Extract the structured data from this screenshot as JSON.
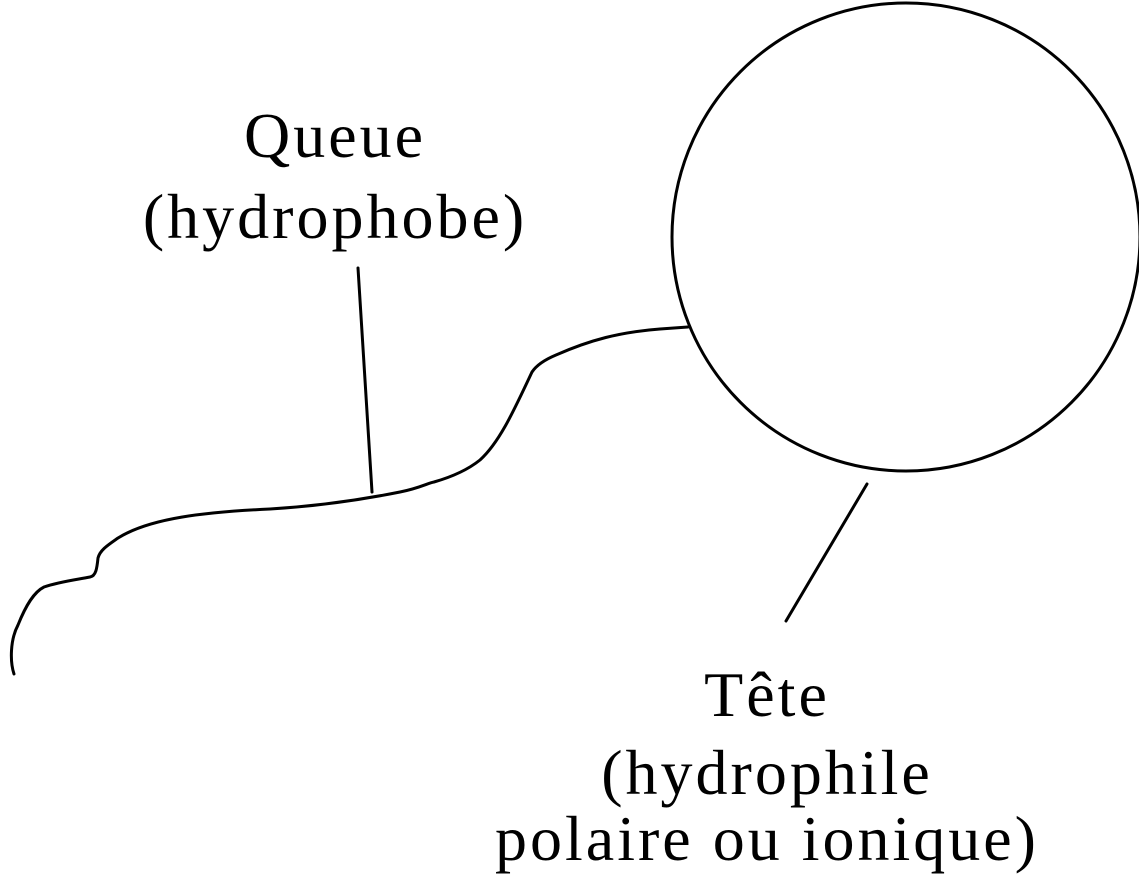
{
  "tail_label": {
    "line1": "Queue",
    "line2": "(hydrophobe)"
  },
  "head_label": {
    "line1": "Tête",
    "line2": "(hydrophile",
    "line3": "polaire ou ionique)"
  },
  "colors": {
    "stroke": "#000000",
    "background": "#ffffff"
  }
}
